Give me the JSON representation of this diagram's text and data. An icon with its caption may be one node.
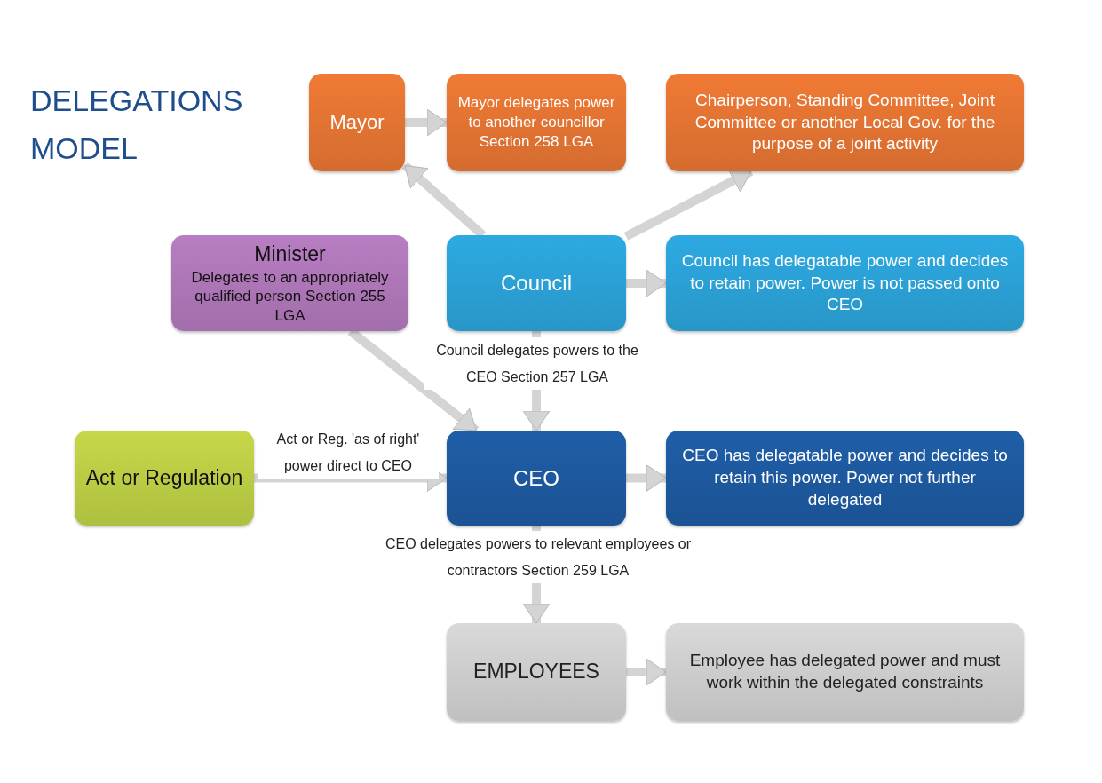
{
  "diagram": {
    "title": "DELEGATIONS MODEL",
    "nodes": [
      {
        "text": [
          "Mayor"
        ]
      },
      {
        "text": [
          "Mayor delegates power to another councillor Section 258 LGA"
        ]
      },
      {
        "text": [
          "Chairperson, Standing Committee, Joint Committee or another Local Gov. for the purpose of a joint activity"
        ]
      },
      {
        "text": [
          "Minister",
          "Delegates to an appropriately qualified person Section 255 LGA"
        ]
      },
      {
        "text": [
          "Council"
        ]
      },
      {
        "text": [
          "Council has delegatable power and decides to retain power. Power is not passed onto CEO"
        ]
      },
      {
        "text": [
          "Act or Regulation"
        ]
      },
      {
        "text": [
          "CEO"
        ]
      },
      {
        "text": [
          "CEO has delegatable power and decides to retain this power. Power not further delegated"
        ]
      },
      {
        "text": [
          "EMPLOYEES"
        ]
      },
      {
        "text": [
          "Employee has delegated power and must work within the delegated constraints"
        ]
      }
    ],
    "edges": [
      {
        "from": 0,
        "to": 1,
        "arrow": "to"
      },
      {
        "from": 4,
        "to": 0,
        "arrow": "to"
      },
      {
        "from": 4,
        "to": 2,
        "arrow": "to"
      },
      {
        "from": 4,
        "to": 5,
        "arrow": "to"
      },
      {
        "from": 3,
        "to": 7,
        "arrow": "to"
      },
      {
        "from": 4,
        "to": 7,
        "arrow": "to",
        "label": "Council delegates powers to the CEO Section 257 LGA"
      },
      {
        "from": 6,
        "to": 7,
        "arrow": "to",
        "label": "Act or Reg. 'as of right' power direct to CEO"
      },
      {
        "from": 7,
        "to": 8,
        "arrow": "to"
      },
      {
        "from": 7,
        "to": 9,
        "arrow": "to",
        "label": "CEO delegates powers to relevant employees or contractors Section 259 LGA"
      },
      {
        "from": 9,
        "to": 10,
        "arrow": "to"
      }
    ]
  }
}
